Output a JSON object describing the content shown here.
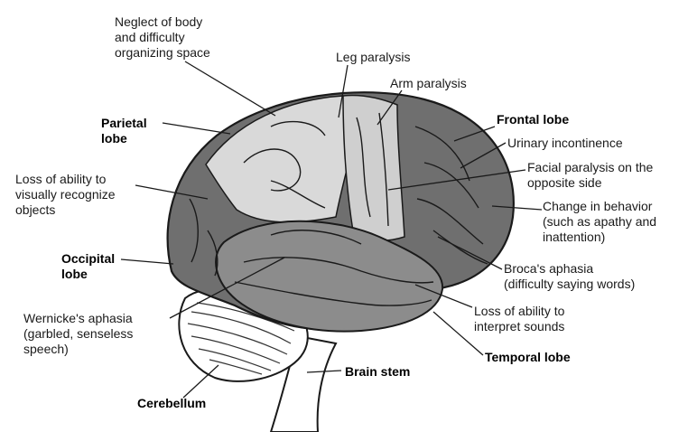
{
  "labels": {
    "neglect": "Neglect of body\nand difficulty\norganizing space",
    "leg": "Leg paralysis",
    "arm": "Arm paralysis",
    "parietal": "Parietal\nlobe",
    "frontal": "Frontal lobe",
    "urinary": "Urinary incontinence",
    "facial": "Facial paralysis on the\nopposite side",
    "visual": "Loss of ability to\nvisually recognize\nobjects",
    "behavior": "Change in behavior\n(such as apathy and\ninattention)",
    "occipital": "Occipital\nlobe",
    "broca": "Broca's aphasia\n(difficulty saying words)",
    "wernicke": "Wernicke's aphasia\n(garbled, senseless\nspeech)",
    "sounds": "Loss of ability to\ninterpret sounds",
    "temporal": "Temporal lobe",
    "brainstem": "Brain stem",
    "cerebellum": "Cerebellum"
  },
  "colors": {
    "frontal": "#6f6f6f",
    "parietal": "#d9d9d9",
    "motor_strip": "#cfcfcf",
    "occipital": "#7a7a7a",
    "temporal": "#8c8c8c",
    "cerebellum": "#ffffff",
    "outline": "#1a1a1a"
  }
}
